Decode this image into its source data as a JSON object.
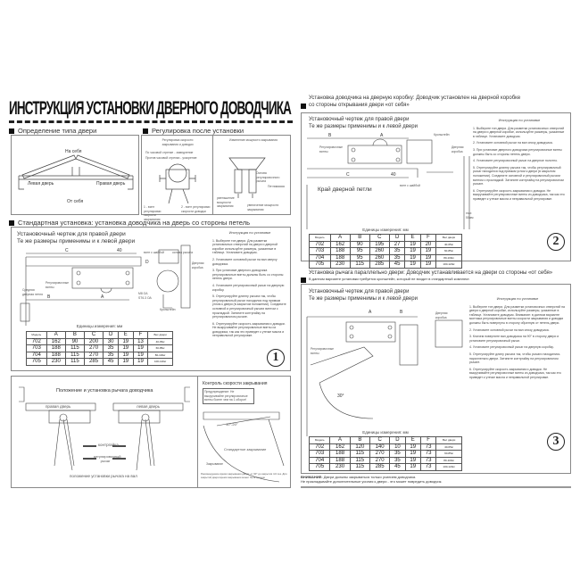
{
  "title": "ИНСТРУКЦИЯ УСТАНОВКИ ДВЕРНОГО ДОВОДЧИКА",
  "door_type": {
    "header": "Определение типа двери",
    "toward": "На себя",
    "away": "От себя",
    "left": "Левая дверь",
    "right": "Правая дверь"
  },
  "adjust": {
    "header": "Регулировка после установки",
    "speed_title": "Регулировка скорости закрывания и доводки",
    "cw": "По часовой стрелке - замедление",
    "ccw": "Против часовой стрелки - ускорение",
    "screw1": "1 - винт регулировки скорости закрывания",
    "screw2": "2 - винт регулировки скорости доводки",
    "power_title": "Изменение мощности закрывания",
    "less": "уменьшение мощности закрывания",
    "more": "увеличение мощности закрывания",
    "main_lever": "Основа регулировочного рычага",
    "door": "Петли"
  },
  "common": {
    "drawing_title": "Установочный чертеж для правой двери",
    "drawing_sub": "Те же размеры применимы и к левой двери",
    "units": "Единицы измерения: мм",
    "instr_title": "Инструкция по установке",
    "cols": [
      "Модель",
      "A",
      "B",
      "C",
      "D",
      "E",
      "F",
      "Вес двери"
    ]
  },
  "standard": {
    "header": "Стандартная установка: установка доводчика на дверь со стороны петель",
    "labels": {
      "screw": "винт с шайбой",
      "lever": "основа рычага",
      "frame": "Дверная коробка",
      "door": "Дверь",
      "bracket": "Кронштейн",
      "reg": "Регулировочные винты",
      "hinge": "Средняя дверная петля",
      "m1": "М8 ОА",
      "m2": "ST6.3 ОА"
    },
    "rows": [
      [
        "702",
        "162",
        "90",
        "200",
        "30",
        "19",
        "13",
        "40-65кг"
      ],
      [
        "703",
        "188",
        "115",
        "270",
        "35",
        "19",
        "19",
        "60-85кг"
      ],
      [
        "704",
        "188",
        "115",
        "270",
        "35",
        "19",
        "19",
        "80-100кг"
      ],
      [
        "705",
        "230",
        "115",
        "285",
        "45",
        "19",
        "19",
        "100-120кг"
      ]
    ],
    "steps": [
      "1. Выберите тип двери. Для разметки установочных отверстий на двери и дверной коробке используйте размеры, указанные в таблице. Установите доводчик.",
      "2. Установите основной рычаг на вал сверху доводчика.",
      "3. При установке дверного доводчика регулировочные винты должны быть со стороны петель двери.",
      "4. Установите регулировочный рычаг на дверную коробку.",
      "5. Отрегулируйте длинну рычага так, чтобы регулировочный рычаг находился под прямым углом к двери (в закрытом положении). Соедините основной и регулировочный рычаги винтом с прокладкой. Затяните контргайку на регулировочном рычаге.",
      "6. Отрегулируйте скорость закрывания и доводки. Не выкручивайте регулировочные винты из доводчика, так как это приведет к утечке масла и неправильной регулировке."
    ],
    "num": "1"
  },
  "lever": {
    "title": "Положение и установка рычага доводчика",
    "right": "правая дверь",
    "left": "левая дверь",
    "nut": "контргайка",
    "reg": "регулировочный рычаг",
    "shaft": "положение установки рычага на вал"
  },
  "speed": {
    "title": "Контроль скорости закрывания",
    "warn": "Предупреждение: Не выкручивайте регулировочные винты более чем на 1 оборот!",
    "angle": "10°-20°",
    "std": "Стандартное закрывание",
    "closing": "Закрывание",
    "note": "Рекомендуемое время закрывания двери: от 90° до закрытия 4-6 сек. Для закрытой двери время закрывания может быть больше"
  },
  "frame": {
    "header1": "Установка доводчика на дверную коробку: Доводчик установлен на дверной коробке",
    "header2": "со стороны открывания двери «от себя»",
    "labels": {
      "edge": "Край дверной петли",
      "bracket": "Кронштейн",
      "frame": "Дверная коробка",
      "screw": "винт с шайбой",
      "door": "Дверь",
      "max": "max 50мм",
      "reg": "Регулировочные винты"
    },
    "rows": [
      [
        "702",
        "162",
        "90",
        "195",
        "27",
        "19",
        "20",
        "40-65кг"
      ],
      [
        "703",
        "188",
        "95",
        "260",
        "35",
        "19",
        "19",
        "60-85кг"
      ],
      [
        "704",
        "188",
        "95",
        "260",
        "35",
        "19",
        "19",
        "80-100кг"
      ],
      [
        "705",
        "230",
        "115",
        "285",
        "45",
        "19",
        "19",
        "100-120кг"
      ]
    ],
    "steps": [
      "1. Выберите тип двери. Для разметки установочных отверстий на двери и дверной коробке, используйте размеры, указанные в таблице. Установите доводчик.",
      "2. Установите основной рычаг на вал снизу доводчика.",
      "3. При установке дверного доводчика регулировочные винты должны быть со стороны петель двери.",
      "4. Установите регулировочный рычаг на дверное полотно.",
      "5. Отрегулируйте длинну рычага так, чтобы регулировочный рычаг находился под прямым углом к двери (в закрытом положении). Соедините основной и регулировочный рычаги винтом с прокладкой. Затяните контргайку на регулировочном рычаге.",
      "6. Отрегулируйте скорость закрывания и доводки. Не выкручивайте регулировочные винты из доводчика, так как это приведет к утечке масла и неправильной регулировке."
    ],
    "num": "2"
  },
  "parallel": {
    "header1": "Установка рычага параллельно двери: Доводчик устанавливается на двери со стороны «от себя»",
    "header2": "В данном варианте установки требуется кронштейн, который не входит в стандартный комплект.",
    "labels": {
      "frame": "Дверная коробка",
      "reg": "Регулировочные винты",
      "angle": "30°"
    },
    "rows": [
      [
        "702",
        "162",
        "120",
        "140",
        "10",
        "19",
        "73",
        "40-65кг"
      ],
      [
        "703",
        "188",
        "115",
        "270",
        "35",
        "19",
        "73",
        "60-85кг"
      ],
      [
        "704",
        "188",
        "115",
        "270",
        "35",
        "19",
        "73",
        "80-100кг"
      ],
      [
        "705",
        "230",
        "115",
        "285",
        "45",
        "19",
        "73",
        "100-120кг"
      ]
    ],
    "steps": [
      "1. Выберите тип двери. Для разметки установочных отверстий на двери и дверной коробке, используйте размеры, указанные в таблице. Установите доводчик. Внимание: в данном варианте монтажа регулировочные винты скорости закрывания и доводки должны быть повернуты в сторону обратную от петель двери.",
      "2. Установите основной рычаг на вал снизу доводчика.",
      "3. Кличем поверните вал доводчика на 90° в сторону двери и установите регулировочный рычаг.",
      "4. Установите регулировочный рычаг на дверную коробку.",
      "5. Отрегулируйте длину рычага так, чтобы рычаги находились параллельно двери. Затяните контргайку на регулировочном рычаге.",
      "6. Отрегулируйте скорость закрывания и доводки. Не выкручивайте регулировочные винты из доводчика, так как это приведет к утечке масла и неправильной регулировке."
    ],
    "num": "3"
  },
  "warning": {
    "label": "ВНИМАНИЕ:",
    "line1": "Двери должны закрываться только усилием доводчика.",
    "line2": "Не прикладывайте дополнительные усилия к двери - это может повредить доводчик."
  }
}
